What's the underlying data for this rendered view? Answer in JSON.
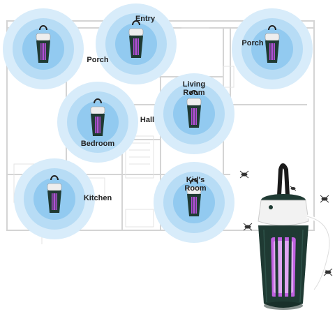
{
  "colors": {
    "glow_outer": "#cfe8f8",
    "glow_mid": "#a9d6f3",
    "glow_inner": "#7ec2ec",
    "lamp_body": "#1f3a33",
    "lamp_light": "#b24fd6",
    "lamp_top": "#eeeeee",
    "plan_line": "#cfcfcf",
    "label": "#222222"
  },
  "icons": [
    "mosquito-lamp-icon",
    "radiation-glow-icon",
    "mosquito-icon",
    "usb-cable-icon"
  ],
  "rooms": {
    "entry": "Entry",
    "porch_left": "Porch",
    "porch_right": "Porch",
    "living_room": "Living\nRoom",
    "hall": "Hall",
    "bedroom": "Bedroom",
    "kitchen": "Kitchen",
    "kids_room": "Kid's\nRoom"
  }
}
